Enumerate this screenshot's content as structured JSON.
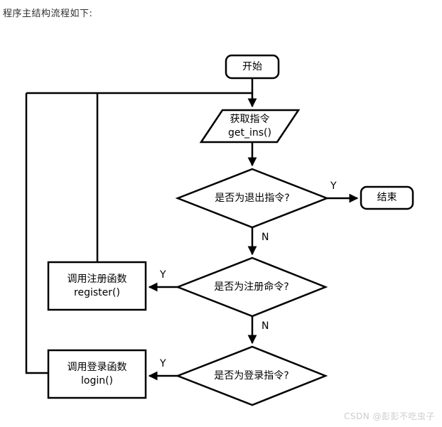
{
  "page": {
    "title": "程序主结构流程如下:"
  },
  "flowchart": {
    "nodes": {
      "start": {
        "label": "开始"
      },
      "get_instruction": {
        "line1": "获取指令",
        "line2": "get_ins()"
      },
      "decision_exit": {
        "label": "是否为退出指令?"
      },
      "end": {
        "label": "结束"
      },
      "call_register": {
        "line1": "调用注册函数",
        "line2": "register()"
      },
      "decision_register": {
        "label": "是否为注册命令?"
      },
      "call_login": {
        "line1": "调用登录函数",
        "line2": "login()"
      },
      "decision_login": {
        "label": "是否为登录指令?"
      }
    },
    "edge_labels": {
      "yes": "Y",
      "no": "N"
    },
    "colors": {
      "stroke": "#000000",
      "node_fill": "#ffffff",
      "title_text": "#303030",
      "watermark_text": "#cccccc"
    }
  },
  "watermark": {
    "text": "CSDN @彭彭不吃虫子"
  }
}
